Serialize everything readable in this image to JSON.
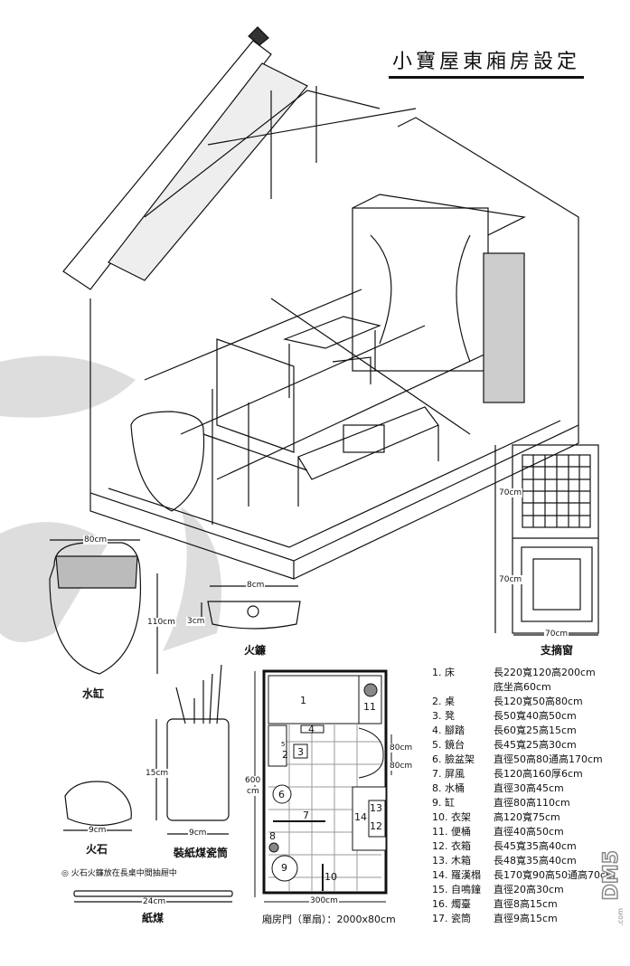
{
  "title": "小寶屋東廂房設定",
  "window": {
    "label": "支摘窗",
    "dim_top": "70cm",
    "dim_bottom": "70cm",
    "dim_width": "70cm"
  },
  "water_jar": {
    "label": "水缸",
    "width": "80cm",
    "height": "110cm"
  },
  "fire_striker": {
    "label": "火鐮",
    "width": "8cm",
    "height": "3cm"
  },
  "flint": {
    "label": "火石",
    "width": "9cm"
  },
  "paper_spill_holder": {
    "label": "裝紙煤瓷筒",
    "width": "9cm",
    "height": "15cm"
  },
  "note": "◎ 火石火鐮放在長桌中間抽屜中",
  "paper_spill": {
    "label": "紙煤",
    "length": "24cm"
  },
  "floor_plan": {
    "height": "600",
    "height_unit": "cm",
    "width": "300cm",
    "door_a": "80cm",
    "door_b": "80cm",
    "caption": "廂房門（單扇）：2000x80cm",
    "markers": [
      "1",
      "2",
      "3",
      "4",
      "5",
      "6",
      "7",
      "8",
      "9",
      "10",
      "11",
      "12",
      "13",
      "14"
    ]
  },
  "legend": [
    {
      "name": "1. 床",
      "spec": "長220寬120高200cm"
    },
    {
      "name": "",
      "spec": "底坐高60cm"
    },
    {
      "name": "2. 桌",
      "spec": "長120寬50高80cm"
    },
    {
      "name": "3. 凳",
      "spec": "長50寬40高50cm"
    },
    {
      "name": "4. 腳踏",
      "spec": "長60寬25高15cm"
    },
    {
      "name": "5. 鏡台",
      "spec": "長45寬25高30cm"
    },
    {
      "name": "6. 臉盆架",
      "spec": "直徑50高80通高170cm"
    },
    {
      "name": "7. 屏風",
      "spec": "長120高160厚6cm"
    },
    {
      "name": "8. 水桶",
      "spec": "直徑30高45cm"
    },
    {
      "name": "9. 缸",
      "spec": "直徑80高110cm"
    },
    {
      "name": "10. 衣架",
      "spec": "高120寬75cm"
    },
    {
      "name": "11. 便桶",
      "spec": "直徑40高50cm"
    },
    {
      "name": "12. 衣箱",
      "spec": "長45寬35高40cm"
    },
    {
      "name": "13. 木箱",
      "spec": "長48寬35高40cm"
    },
    {
      "name": "14. 羅漢榻",
      "spec": "長170寬90高50通高70cm"
    },
    {
      "name": "15. 自鳴鐘",
      "spec": "直徑20高30cm"
    },
    {
      "name": "16. 燭臺",
      "spec": "直徑8高15cm"
    },
    {
      "name": "17. 瓷筒",
      "spec": "直徑9高15cm"
    }
  ],
  "watermark": {
    "text": "DM5",
    "sub": ".com"
  }
}
